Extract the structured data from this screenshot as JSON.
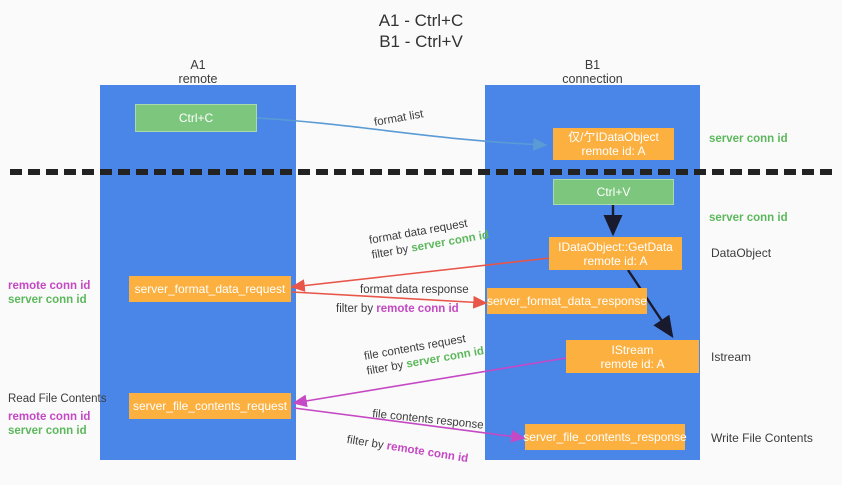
{
  "title": {
    "line1": "A1 - Ctrl+C",
    "line2": "B1 - Ctrl+V"
  },
  "columns": [
    {
      "name": "A1",
      "role": "remote"
    },
    {
      "name": "B1",
      "role": "connection"
    }
  ],
  "colors": {
    "lane": "#4a86e8",
    "green_node": "#7dc67d",
    "orange_node": "#fbb040",
    "server_conn_id": "#5cb85c",
    "remote_conn_id": "#c548c5",
    "arrow_blue": "#5b9bd5",
    "arrow_red": "#e8564a",
    "arrow_purple": "#c548c5",
    "arrow_dark": "#1a1a2e",
    "background": "#fafafa"
  },
  "nodes": {
    "ctrl_c": {
      "label": "Ctrl+C"
    },
    "idataobject_top": {
      "line1": "仅/亇IDataObject",
      "line2": "remote id: A"
    },
    "ctrl_v": {
      "label": "Ctrl+V"
    },
    "getdata": {
      "line1": "IDataObject::GetData",
      "line2": "remote id: A"
    },
    "format_data_request": {
      "label": "server_format_data_request"
    },
    "format_data_response": {
      "label": "server_format_data_response"
    },
    "istream": {
      "line1": "IStream",
      "line2": "remote id: A"
    },
    "file_contents_request": {
      "label": "server_file_contents_request"
    },
    "file_contents_response": {
      "label": "server_file_contents_response"
    }
  },
  "edges": {
    "format_list": {
      "label": "format list"
    },
    "format_data_request": {
      "line1": "format data request",
      "filter_prefix": "filter by ",
      "filter_value": "server conn id"
    },
    "format_data_response": {
      "line1": "format data response",
      "filter_prefix": "filter by ",
      "filter_value": "remote conn id"
    },
    "file_contents_request": {
      "line1": "file contents request",
      "filter_prefix": "filter by ",
      "filter_value": "server conn id"
    },
    "file_contents_response": {
      "line1": "file contents response",
      "filter_prefix": "filter by ",
      "filter_value": "remote conn id"
    }
  },
  "left_annotations": {
    "format_block": {
      "remote": "remote conn id",
      "server": "server conn id"
    },
    "file_block": {
      "heading": "Read File Contents",
      "remote": "remote conn id",
      "server": "server conn id"
    }
  },
  "right_annotations": {
    "server_conn_id_top": "server conn id",
    "server_conn_id_mid": "server conn id",
    "dataobject": "DataObject",
    "istream": "Istream",
    "write_file_contents": "Write File Contents"
  }
}
